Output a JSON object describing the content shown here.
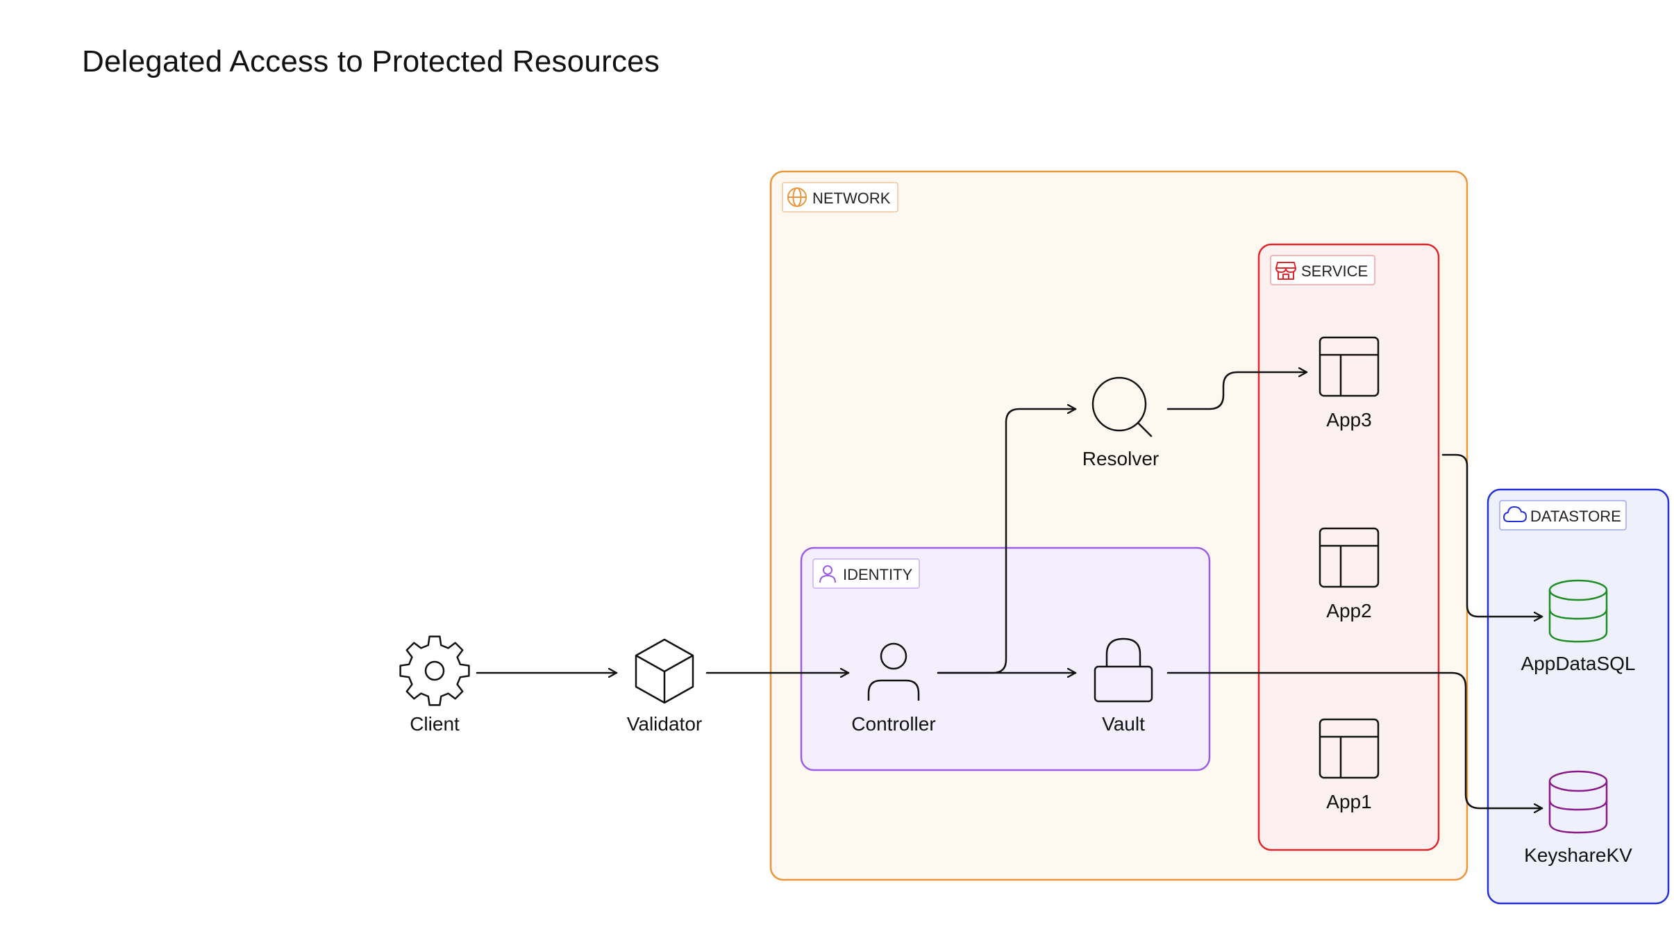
{
  "title": "Delegated Access to Protected Resources",
  "groups": {
    "network": "NETWORK",
    "service": "SERVICE",
    "identity": "IDENTITY",
    "datastore": "DATASTORE"
  },
  "nodes": {
    "client": "Client",
    "validator": "Validator",
    "controller": "Controller",
    "vault": "Vault",
    "resolver": "Resolver",
    "app3": "App3",
    "app2": "App2",
    "app1": "App1",
    "appdatasql": "AppDataSQL",
    "keysharekv": "KeyshareKV"
  },
  "colors": {
    "network": "#e8963a",
    "service": "#e0262b",
    "identity": "#9b5de5",
    "datastore": "#2330d6",
    "sql": "#1e8c24",
    "kv": "#8a1a8a",
    "line": "#111111"
  },
  "icons": {
    "client": "gear-icon",
    "validator": "cube-icon",
    "controller": "user-icon",
    "vault": "lock-icon",
    "resolver": "magnifier-icon",
    "apps": "layout-icon",
    "databases": "database-icon",
    "network": "globe-icon",
    "service": "store-icon",
    "identity": "user-icon",
    "datastore": "cloud-icon"
  }
}
